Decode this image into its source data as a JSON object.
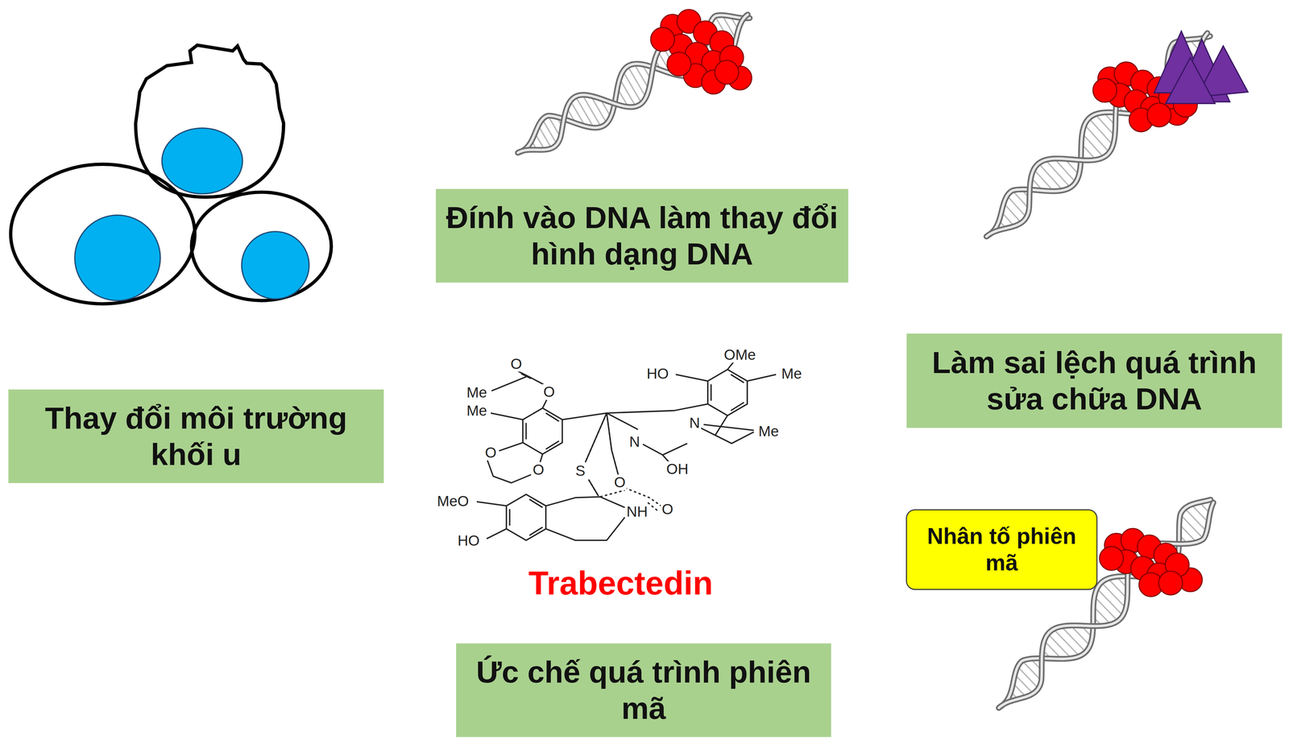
{
  "diagram": {
    "nodes": [
      {
        "text": [
          "Đính vào DNA làm thay đổi hình dạng DNA"
        ]
      },
      {
        "text": [
          "Làm sai lệch quá trình sửa chữa DNA"
        ]
      },
      {
        "text": [
          "Thay đổi môi trường khối u"
        ]
      },
      {
        "text": [
          "Nhân tố phiên mã"
        ]
      },
      {
        "text": [
          "Ức chế quá trình phiên mã"
        ]
      }
    ],
    "labels": [
      "OMe",
      "HO",
      "Me",
      "O",
      "Me",
      "O",
      "Me",
      "N",
      "Me",
      "O",
      "O",
      "S",
      "N",
      "OH",
      "O",
      "MeO",
      "NH",
      "O",
      "HO",
      "Trabectedin"
    ]
  }
}
